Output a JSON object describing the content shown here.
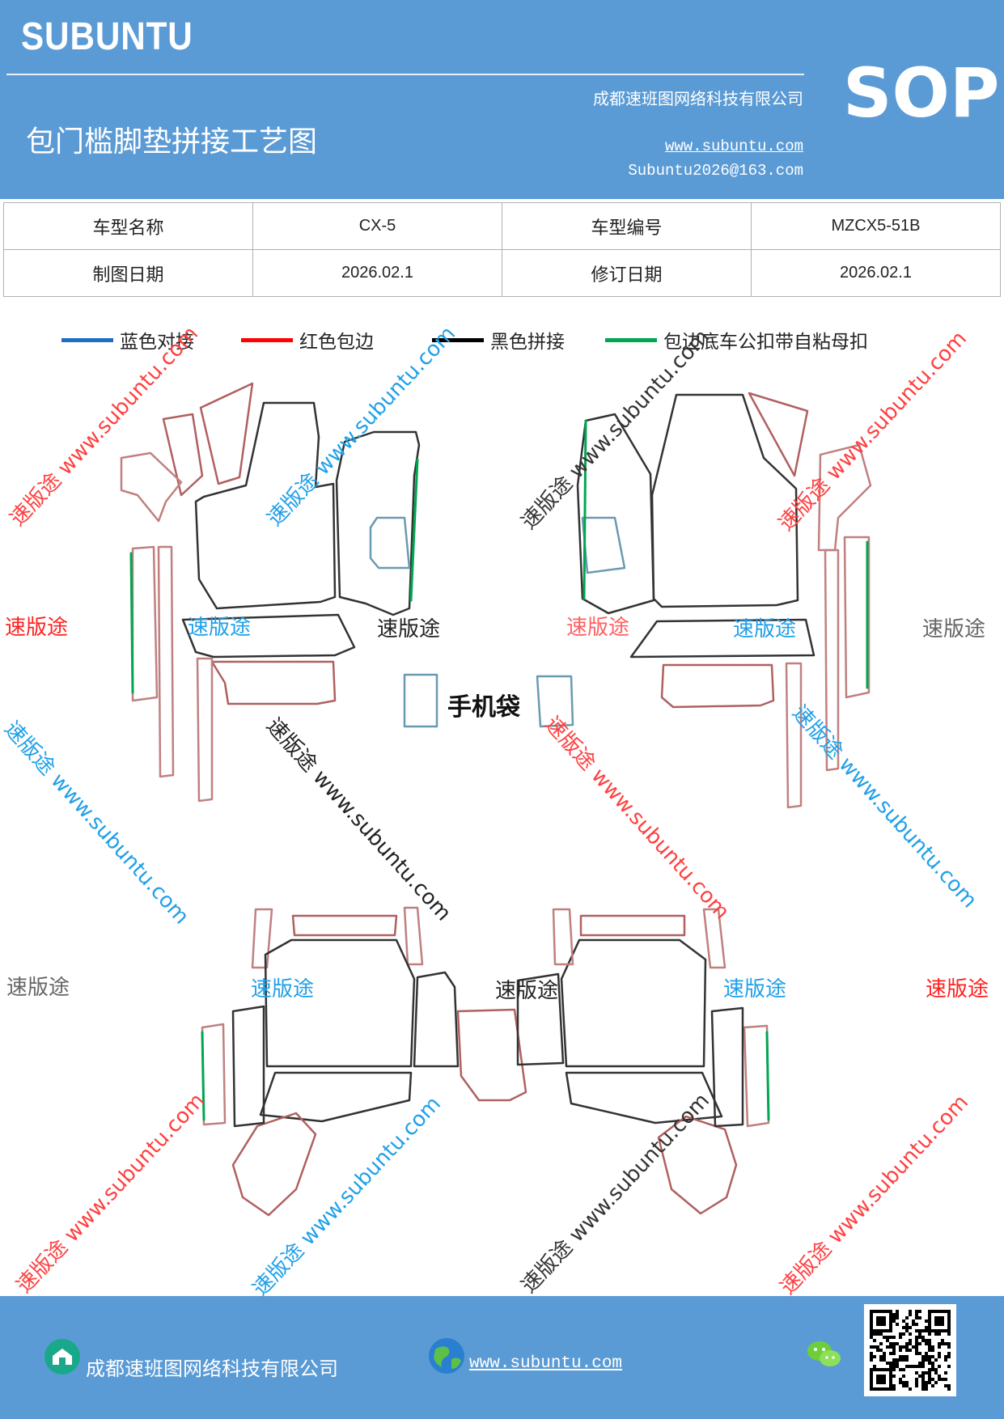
{
  "header": {
    "brand": "SUBUNTU",
    "title": "包门槛脚垫拼接工艺图",
    "company": "成都速班图网络科技有限公司",
    "website": "www.subuntu.com",
    "email": "Subuntu2026@163.com",
    "badge": "SOP"
  },
  "info_table": {
    "row1": {
      "label_model_name": "车型名称",
      "model_name": "CX-5",
      "label_model_code": "车型编号",
      "model_code": "MZCX5-51B"
    },
    "row2": {
      "label_draw_date": "制图日期",
      "draw_date": "2026.02.1",
      "label_revise_date": "修订日期",
      "revise_date": "2026.02.1"
    }
  },
  "legend": [
    {
      "label": "蓝色对接",
      "color": "#1f6fc0"
    },
    {
      "label": "红色包边",
      "color": "#ff0000"
    },
    {
      "label": "黑色拼接",
      "color": "#000000"
    },
    {
      "label": "包边底车公扣带自粘母扣",
      "color": "#00a651"
    }
  ],
  "drawing": {
    "phone_bag_label": "手机袋"
  },
  "watermarks": {
    "brand": "速版途",
    "url_text": "速版途 www.subuntu.com",
    "url_only": "www.subuntu.com",
    "colors": {
      "red": "#ff2020",
      "blue": "#20a0e8",
      "black": "#222222",
      "gray": "#666666"
    }
  },
  "footer": {
    "company": "成都速班图网络科技有限公司",
    "website": "www.subuntu.com"
  }
}
